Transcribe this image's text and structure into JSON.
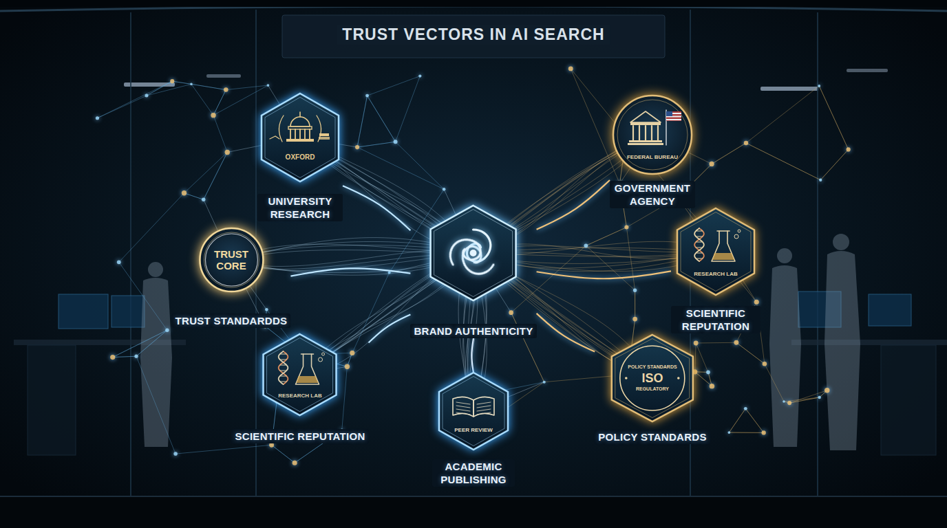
{
  "diagram": {
    "title": "TRUST VECTORS IN AI SEARCH",
    "nodes": [
      {
        "text": [
          "OXFORD",
          "UNIVERSITY RESEARCH"
        ]
      },
      {
        "text": [
          "FEDERAL BUREAU",
          "GOVERNMENT AGENCY"
        ]
      },
      {
        "text": [
          "TRUST CORE",
          "TRUST STANDARDDS"
        ]
      },
      {
        "text": [
          "BRAND AUTHENTICITY"
        ]
      },
      {
        "text": [
          "RESEARCH LAB",
          "SCIENTIFIC REPUTATION"
        ]
      },
      {
        "text": [
          "RESEARCH LAB",
          "SCIENTIFIC REPUTATION"
        ]
      },
      {
        "text": [
          "PEER REVIEW",
          "ACADEMIC PUBLISHING"
        ]
      },
      {
        "text": [
          "POLICY STANDARDS",
          "ISO",
          "REGULATORY",
          "POLICY STANDARDS"
        ]
      }
    ],
    "edges": [
      {
        "from": 3,
        "to": 0,
        "arrow": "none"
      },
      {
        "from": 3,
        "to": 1,
        "arrow": "none"
      },
      {
        "from": 3,
        "to": 2,
        "arrow": "none"
      },
      {
        "from": 3,
        "to": 4,
        "arrow": "none"
      },
      {
        "from": 3,
        "to": 5,
        "arrow": "none"
      },
      {
        "from": 3,
        "to": 6,
        "arrow": "none"
      },
      {
        "from": 3,
        "to": 7,
        "arrow": "none"
      }
    ]
  }
}
